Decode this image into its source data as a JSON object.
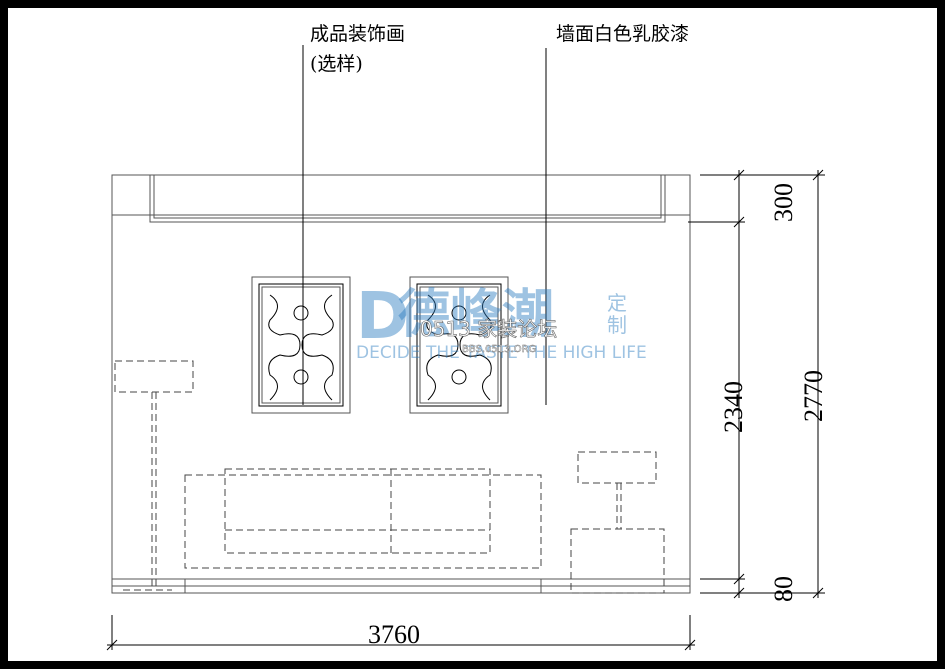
{
  "annotations": {
    "painting_label_line1": "成品装饰画",
    "painting_label_line2": "(选样)",
    "wall_label": "墙面白色乳胶漆"
  },
  "dimensions": {
    "width": "3760",
    "top_band": "300",
    "wall_height": "2340",
    "total_height": "2770",
    "base": "80"
  },
  "watermark": {
    "brand": "D 德峰潮 定制",
    "tagline": "DECIDE THE TASTE THE HIGH LIFE",
    "forum": "0513 家装论坛",
    "site": "BBS.0513.ORG"
  }
}
